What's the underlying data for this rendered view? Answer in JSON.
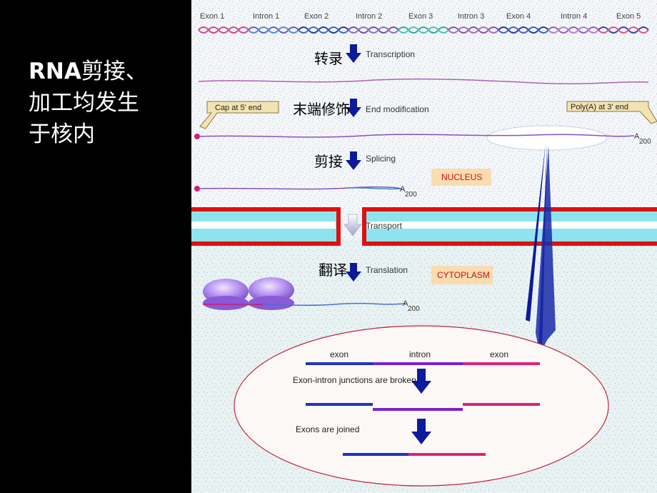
{
  "slide_title": {
    "line1_bold": "RNA",
    "line1_rest": "剪接、",
    "line2": "加工均发生",
    "line3": "于核内"
  },
  "gene_labels": [
    "Exon 1",
    "Intron 1",
    "Exon 2",
    "Intron 2",
    "Exon 3",
    "Intron 3",
    "Exon 4",
    "Intron 4",
    "Exon 5"
  ],
  "steps": {
    "transcription": {
      "zh": "转录",
      "en": "Transcription"
    },
    "end_modification": {
      "zh": "末端修饰",
      "en": "End modification"
    },
    "splicing": {
      "zh": "剪接",
      "en": "Splicing"
    },
    "transport": {
      "en": "Transport"
    },
    "translation": {
      "zh": "翻译",
      "en": "Translation"
    }
  },
  "cap_label": "Cap at 5' end",
  "polya_label": "Poly(A) at 3' end",
  "polya_tail": {
    "base": "A",
    "sub": "200"
  },
  "compartments": {
    "nucleus": "NUCLEUS",
    "cytoplasm": "CYTOPLASM"
  },
  "inset": {
    "exon_left": "exon",
    "intron": "intron",
    "exon_right": "exon",
    "broken_label": "Exon-intron junctions are broken",
    "joined_label": "Exons are joined"
  },
  "colors": {
    "arrow": "#0d1a9a",
    "exon_blue": "#2233bb",
    "intron_purple": "#7a22cc",
    "exon_pink": "#dd2277",
    "membrane_red": "#dd1111",
    "membrane_cyan": "#8fe3ee",
    "label_box": "#f9dcb0",
    "callout": "#f3e3b2"
  }
}
